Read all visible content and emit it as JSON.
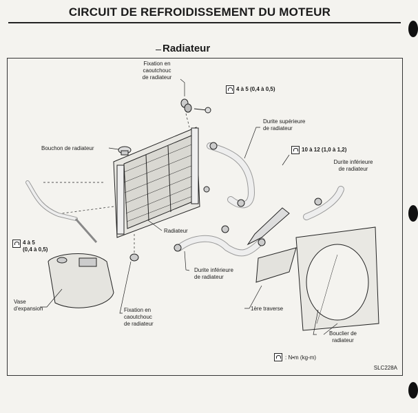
{
  "header": {
    "title": "CIRCUIT DE REFROIDISSEMENT DU MOTEUR"
  },
  "section": {
    "title": "Radiateur"
  },
  "labels": {
    "fixation_top": "Fixation en\ncaoutchouc\nde radiateur",
    "bouchon": "Bouchon de radiateur",
    "durite_sup": "Durite supérieure\nde radiateur",
    "durite_inf_right": "Durite inférieure\nde radiateur",
    "radiateur": "Radiateur",
    "durite_inf_center": "Durite inférieure\nde radiateur",
    "vase": "Vase\nd'expansion",
    "fixation_bottom": "Fixation en\ncaoutchouc\nde radiateur",
    "traverse": "1ère traverse",
    "bouclier": "Bouclier de\nradiateur"
  },
  "torques": {
    "top": "4 à 5 (0,4 à 0,5)",
    "middle": "10 à 12 (1,0 à 1,2)",
    "left": "4 à 5\n(0,4 à 0,5)"
  },
  "legend": {
    "text": ": N•m (kg-m)"
  },
  "reference": {
    "code": "SLC228A"
  }
}
